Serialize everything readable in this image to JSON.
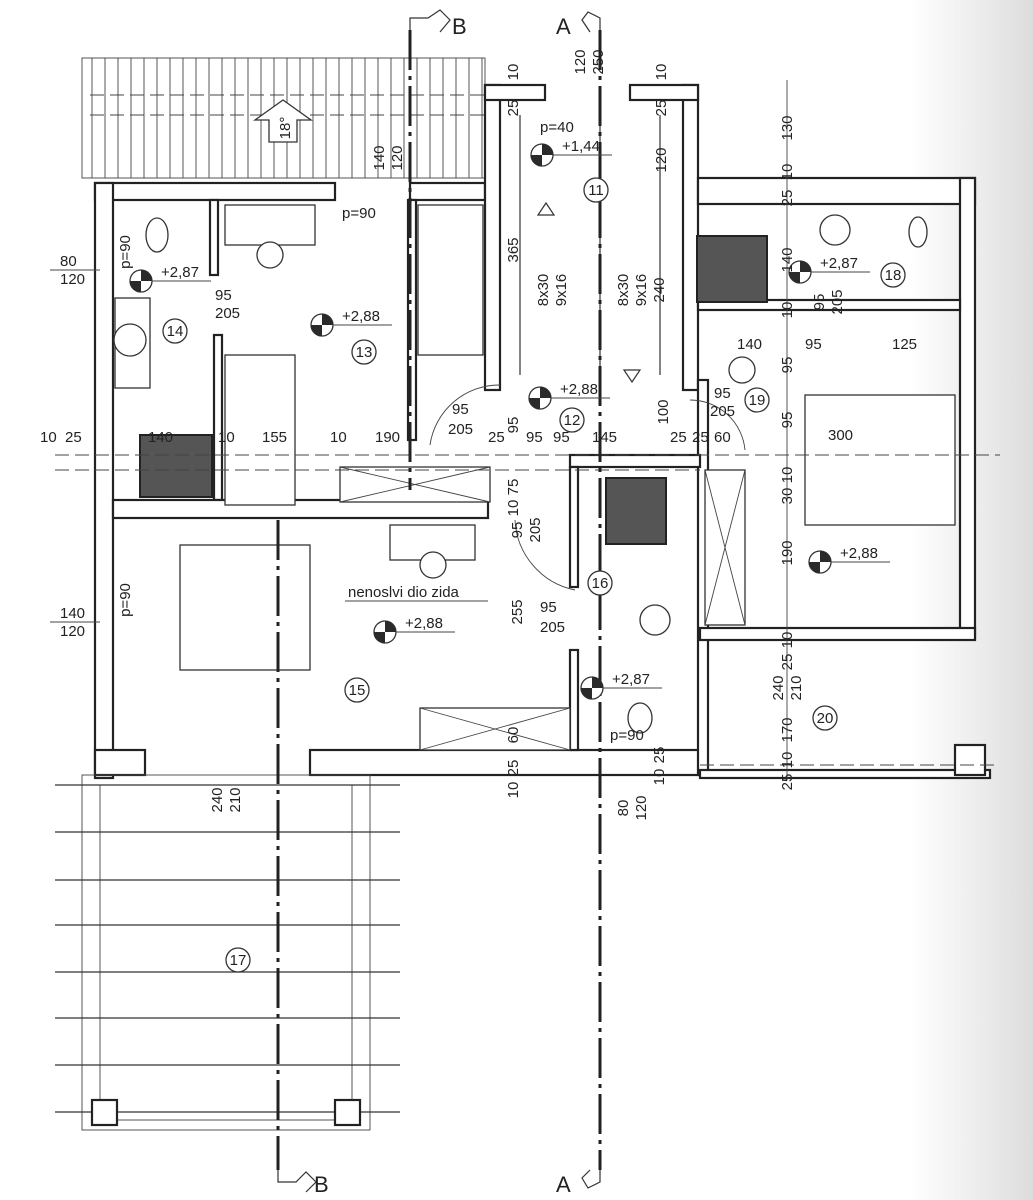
{
  "section_markers": {
    "b_top": "B",
    "a_top": "A",
    "b_bottom": "B",
    "a_bottom": "A"
  },
  "rooms": [
    "11",
    "12",
    "13",
    "14",
    "15",
    "16",
    "17",
    "18",
    "19",
    "20"
  ],
  "levels": {
    "r11": "+1,44",
    "r12": "+2,88",
    "r13": "+2,88",
    "r14": "+2,87",
    "r15": "+2,88",
    "r16": "+2,87",
    "r18": "+2,87",
    "r20": "+2,88"
  },
  "notes": {
    "wall": "nenoslvi dio zida",
    "slope": "18°",
    "p40": "p=40",
    "p90_13": "p=90",
    "p90_14": "p=90",
    "p90_15": "p=90",
    "p90_16": "p=90"
  },
  "dims": [
    "80",
    "120",
    "140",
    "120",
    "95",
    "205",
    "10",
    "25",
    "140",
    "10",
    "155",
    "10",
    "190",
    "95",
    "205",
    "25",
    "95",
    "95",
    "145",
    "25",
    "25",
    "60",
    "95",
    "205",
    "140",
    "95",
    "125",
    "300",
    "95",
    "205",
    "240",
    "210",
    "140",
    "120",
    "120",
    "250",
    "10",
    "25",
    "10",
    "25",
    "120",
    "365",
    "8x30",
    "9x16",
    "8x30",
    "9x16",
    "240",
    "130",
    "10",
    "25",
    "140",
    "10",
    "95",
    "95",
    "10",
    "30",
    "190",
    "10",
    "25",
    "240",
    "210",
    "170",
    "10",
    "25",
    "100",
    "95",
    "75",
    "10",
    "95",
    "205",
    "255",
    "60",
    "10",
    "25",
    "80",
    "120",
    "10",
    "25",
    "95",
    "205"
  ]
}
